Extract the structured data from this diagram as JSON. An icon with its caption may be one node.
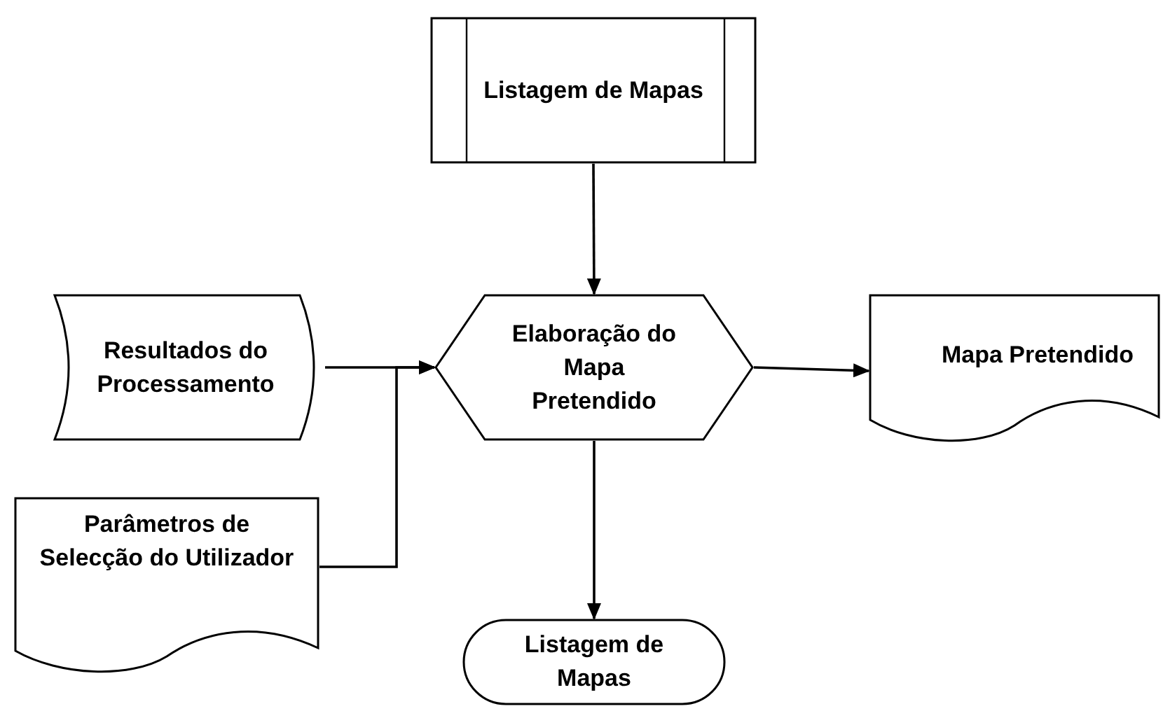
{
  "diagram": {
    "nodes": [
      {
        "text": [
          "Listagem de Mapas"
        ]
      },
      {
        "text": [
          "Resultados do Processamento"
        ]
      },
      {
        "text": [
          "Elaboração do Mapa Pretendido"
        ]
      },
      {
        "text": [
          "Mapa Pretendido"
        ]
      },
      {
        "text": [
          "Parâmetros de Selecção do Utilizador"
        ]
      },
      {
        "text": [
          "Listagem de Mapas"
        ]
      }
    ],
    "edges": [
      {
        "from": 0,
        "to": 2,
        "arrow": "to"
      },
      {
        "from": 1,
        "to": 2,
        "arrow": "to"
      },
      {
        "from": 4,
        "to": 2,
        "arrow": "to"
      },
      {
        "from": 2,
        "to": 3,
        "arrow": "to"
      },
      {
        "from": 2,
        "to": 5,
        "arrow": "to"
      }
    ]
  }
}
